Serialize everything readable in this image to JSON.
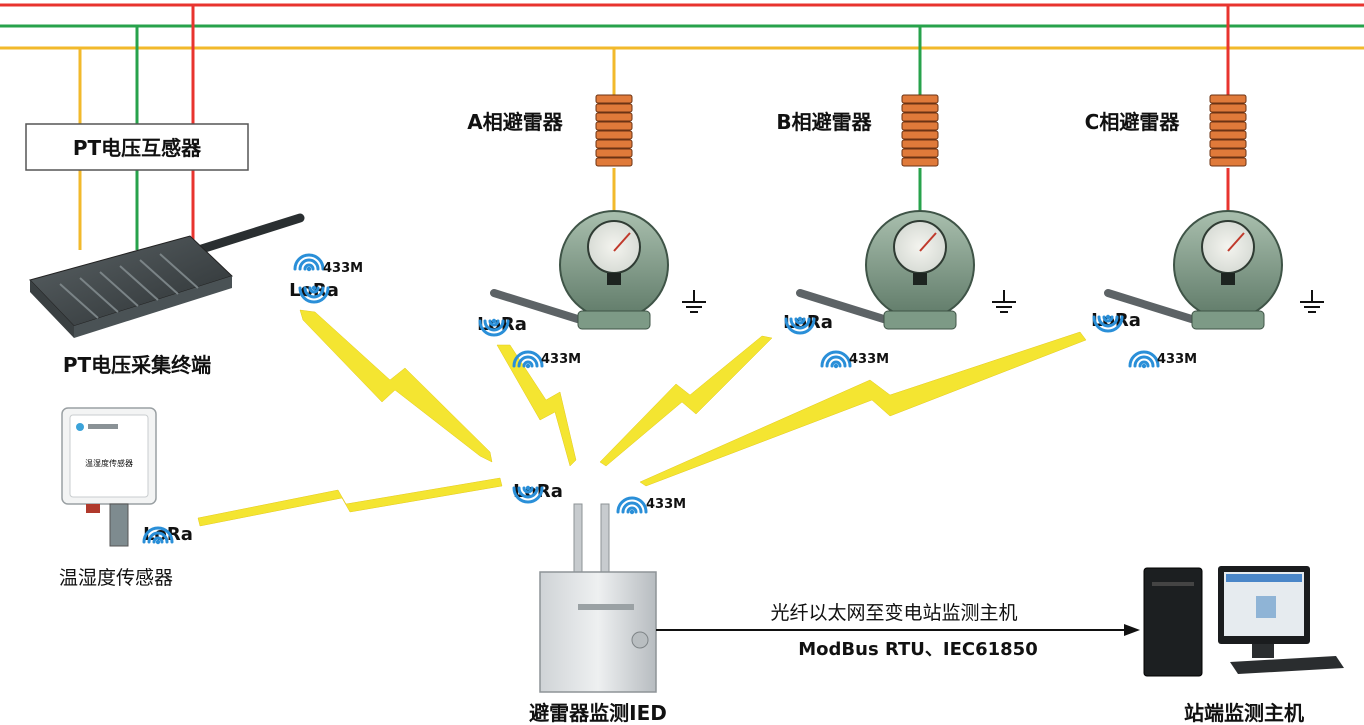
{
  "colors": {
    "line_red": "#e8342f",
    "line_green": "#27a24b",
    "line_yellow": "#f2b92b",
    "bolt": "#f4e531",
    "wifi": "#2a8fd8",
    "arrester_disc": "#e07a3a",
    "device_green": "#7d9a86"
  },
  "labels": {
    "pt_transformer": "PT电压互感器",
    "pt_terminal": "PT电压采集终端",
    "arrester_a": "A相避雷器",
    "arrester_b": "B相避雷器",
    "arrester_c": "C相避雷器",
    "temp_sensor": "温湿度传感器",
    "ied": "避雷器监测IED",
    "host": "站端监测主机",
    "fiber_link": "光纤以太网至变电站监测主机",
    "protocols": "ModBus RTU、IEC61850",
    "temp_sensor_face": "温湿度传感器"
  },
  "wireless": {
    "lora": "LoRa",
    "freq": "433M"
  },
  "icons": [
    "wifi-icon",
    "lightning-bolt-icon",
    "ground-icon",
    "antenna-icon",
    "desktop-computer-icon"
  ]
}
